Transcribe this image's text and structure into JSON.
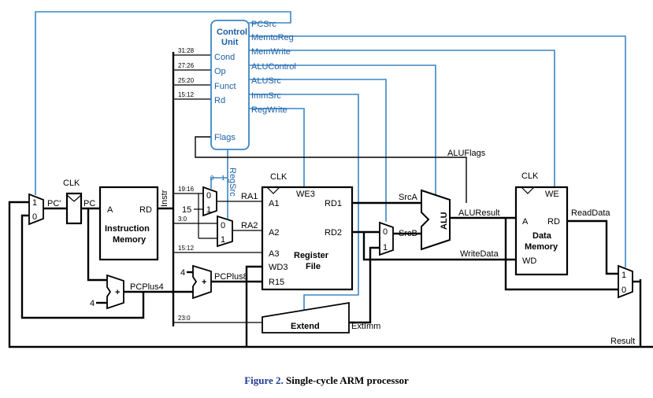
{
  "control_unit": {
    "title_line1": "Control",
    "title_line2": "Unit",
    "inputs": {
      "cond": "Cond",
      "op": "Op",
      "funct": "Funct",
      "rd": "Rd",
      "flags": "Flags"
    },
    "outputs": {
      "pcsrc": "PCSrc",
      "memtoreg": "MemtoReg",
      "memwrite": "MemWrite",
      "alucontrol": "ALUControl",
      "alusrc": "ALUSrc",
      "immsrc": "ImmSrc",
      "regwrite": "RegWrite"
    }
  },
  "bit_fields": {
    "cond": "31:28",
    "op": "27:26",
    "funct": "25:20",
    "rd": "15:12",
    "ra1": "19:16",
    "ra2": "3:0",
    "a3": "15:12",
    "imm": "23:0"
  },
  "signals": {
    "pc_prime": "PC'",
    "pc": "PC",
    "clk": "CLK",
    "instr": "Instr",
    "pcplus4": "PCPlus4",
    "pcplus8": "PCPlus8",
    "four_a": "4",
    "four_b": "4",
    "fifteen": "15",
    "regsrc": "RegSrc",
    "aluflags": "ALUFlags",
    "srca": "SrcA",
    "srcb": "SrcB",
    "aluresult": "ALUResult",
    "writedata": "WriteData",
    "readdata": "ReadData",
    "extimm": "ExtImm",
    "result": "Result",
    "plus": "+"
  },
  "instruction_memory": {
    "port_a": "A",
    "port_rd": "RD",
    "name_line1": "Instruction",
    "name_line2": "Memory"
  },
  "register_file": {
    "ra1": "RA1",
    "ra2": "RA2",
    "a1": "A1",
    "a2": "A2",
    "a3": "A3",
    "wd3": "WD3",
    "r15": "R15",
    "we3": "WE3",
    "rd1": "RD1",
    "rd2": "RD2",
    "name_line1": "Register",
    "name_line2": "File"
  },
  "data_memory": {
    "port_a": "A",
    "port_rd": "RD",
    "port_wd": "WD",
    "port_we": "WE",
    "name_line1": "Data",
    "name_line2": "Memory"
  },
  "alu": {
    "label": "ALU"
  },
  "extend": {
    "label": "Extend"
  },
  "mux_labels": {
    "zero": "0",
    "one": "1"
  },
  "caption": {
    "figure": "Figure 2.",
    "text": "Single-cycle ARM processor"
  }
}
